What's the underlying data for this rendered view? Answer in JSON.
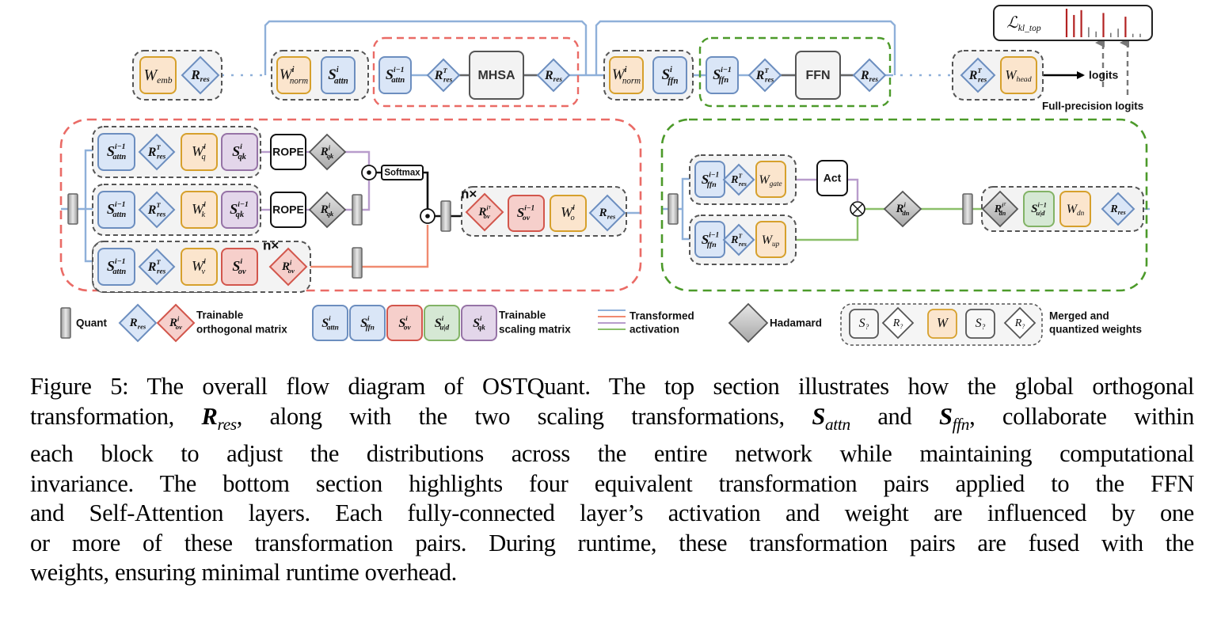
{
  "figure": {
    "top": {
      "embedding_group": {
        "w": "W",
        "w_sub": "emb",
        "r": "R",
        "r_sub": "res"
      },
      "attn_norm_group": {
        "w": "W",
        "w_sup": "i",
        "w_sub": "norm",
        "s": "S",
        "s_sup": "i",
        "s_sub": "attn"
      },
      "attn_block": {
        "s": "S",
        "s_sup": "i−1",
        "s_sub": "attn",
        "rt": "R",
        "rt_sup": "T",
        "rt_sub": "res",
        "core": "MHSA",
        "r": "R",
        "r_sub": "res"
      },
      "ffn_norm_group": {
        "w": "W",
        "w_sup": "i",
        "w_sub": "norm",
        "s": "S",
        "s_sup": "i",
        "s_sub": "ffn"
      },
      "ffn_block": {
        "s": "S",
        "s_sup": "i−1",
        "s_sub": "ffn",
        "rt": "R",
        "rt_sup": "T",
        "rt_sub": "res",
        "core": "FFN",
        "r": "R",
        "r_sub": "res"
      },
      "head_group": {
        "rt": "R",
        "rt_sup": "T",
        "rt_sub": "res",
        "w": "W",
        "w_sub": "head"
      },
      "logits_label": "logits",
      "full_precision_label": "Full-precision logits",
      "loss": {
        "symbol": "ℒ",
        "sub": "kl_top"
      },
      "loss_bars": [
        {
          "height": 1.0,
          "color": "#b22222"
        },
        {
          "height": 0.78,
          "color": "#b22222"
        },
        {
          "height": 0.95,
          "color": "#b22222"
        },
        {
          "height": 0.35,
          "color": "#777777"
        },
        {
          "height": 0.2,
          "color": "#777777"
        },
        {
          "height": 0.85,
          "color": "#b22222"
        },
        {
          "height": 0.15,
          "color": "#777777"
        },
        {
          "height": 0.3,
          "color": "#777777"
        },
        {
          "height": 0.72,
          "color": "#b22222"
        },
        {
          "height": 0.12,
          "color": "#777777"
        },
        {
          "height": 0.12,
          "color": "#777777"
        }
      ]
    },
    "attention": {
      "q_row": {
        "s": "S",
        "s_sup": "i−1",
        "s_sub": "attn",
        "rt": "R",
        "rt_sup": "T",
        "rt_sub": "res",
        "w": "W",
        "w_sup": "i",
        "w_sub": "q",
        "sqk": "S",
        "sqk_sup": "i",
        "sqk_sub": "qk",
        "rope": "ROPE",
        "h": "R",
        "h_sup": "i",
        "h_sub": "qk"
      },
      "k_row": {
        "s": "S",
        "s_sup": "i−1",
        "s_sub": "attn",
        "rt": "R",
        "rt_sup": "T",
        "rt_sub": "res",
        "w": "W",
        "w_sup": "i",
        "w_sub": "k",
        "sqk": "S",
        "sqk_sup": "i−1",
        "sqk_sub": "qk",
        "rope": "ROPE",
        "h": "R",
        "h_sup": "i",
        "h_sub": "qk"
      },
      "v_row": {
        "s": "S",
        "s_sup": "i−1",
        "s_sub": "attn",
        "rt": "R",
        "rt_sup": "T",
        "rt_sub": "res",
        "w": "W",
        "w_sup": "i",
        "w_sub": "v",
        "sov": "S",
        "sov_sup": "i",
        "sov_sub": "ov",
        "nx": "n×",
        "rov": "R",
        "rov_sup": "i",
        "rov_sub": "ov"
      },
      "softmax": "Softmax",
      "o_row": {
        "nx": "n×",
        "rov": "R",
        "rov_sup": "iᵀ",
        "rov_sub": "ov",
        "sov": "S",
        "sov_sup": "i−1",
        "sov_sub": "ov",
        "w": "W",
        "w_sup": "i",
        "w_sub": "o",
        "r": "R",
        "r_sub": "res"
      }
    },
    "ffn": {
      "gate_row": {
        "s": "S",
        "s_sup": "i−1",
        "s_sub": "ffn",
        "rt": "R",
        "rt_sup": "T",
        "rt_sub": "res",
        "w": "W",
        "w_sub": "gate"
      },
      "up_row": {
        "s": "S",
        "s_sup": "i−1",
        "s_sub": "ffn",
        "rt": "R",
        "rt_sup": "T",
        "rt_sub": "res",
        "w": "W",
        "w_sub": "up"
      },
      "act": "Act",
      "h": {
        "r": "R",
        "r_sup": "i",
        "r_sub": "dn"
      },
      "down_row": {
        "h": "R",
        "h_sup": "iᵀ",
        "h_sub": "dn",
        "s": "S",
        "s_sup": "i−1",
        "s_sub": "u|d",
        "w": "W",
        "w_sub": "dn",
        "r": "R",
        "r_sub": "res"
      }
    },
    "legend": {
      "quant": "Quant",
      "orth_r1": {
        "r": "R",
        "r_sub": "res"
      },
      "orth_r2": {
        "r": "R",
        "r_sup": "i",
        "r_sub": "ov"
      },
      "orth_label_1": "Trainable",
      "orth_label_2": "orthogonal matrix",
      "scales": [
        {
          "s": "S",
          "sup": "i",
          "sub": "attn",
          "kind": "blue"
        },
        {
          "s": "S",
          "sup": "i",
          "sub": "ffn",
          "kind": "blue"
        },
        {
          "s": "S",
          "sup": "i",
          "sub": "ov",
          "kind": "red"
        },
        {
          "s": "S",
          "sup": "i",
          "sub": "u|d",
          "kind": "green"
        },
        {
          "s": "S",
          "sup": "i",
          "sub": "qk",
          "kind": "purple"
        }
      ],
      "scale_label_1": "Trainable",
      "scale_label_2": "scaling matrix",
      "activation_label_1": "Transformed",
      "activation_label_2": "activation",
      "activation_colors": [
        "#8fb0d9",
        "#f08a70",
        "#b89ccc",
        "#8bbf6a"
      ],
      "hadamard": "Hadamard",
      "merged": {
        "s1": "S",
        "r1": "R",
        "w": "W",
        "s2": "S",
        "r2": "R",
        "q": "?"
      },
      "merged_label_1": "Merged and",
      "merged_label_2": "quantized weights"
    },
    "colors": {
      "blue_fill": "#dae6f7",
      "blue_stroke": "#6c8ebf",
      "orange_fill": "#fbe5cd",
      "orange_stroke": "#d6a02c",
      "purple_fill": "#e3d6ea",
      "purple_stroke": "#9673a6",
      "red_fill": "#f6cfcb",
      "red_stroke": "#d2564c",
      "green_fill": "#d5e8d4",
      "green_stroke": "#82b366",
      "attn_border": "#ea6b66",
      "ffn_border": "#4c9a2a",
      "grey_group": "#f3f3f3"
    }
  },
  "caption": {
    "lines": [
      "Figure 5: The overall flow diagram of OSTQuant. The top section illustrates how the global orthogonal",
      [
        "transformation, ",
        {
          "m": "R",
          "sub": "res"
        },
        ", along with the two scaling transformations, ",
        {
          "m": "S",
          "sub": "attn"
        },
        " and ",
        {
          "m": "S",
          "sub": "ffn"
        },
        ", collaborate within"
      ],
      "each block to adjust the distributions across the entire network while maintaining computational",
      "invariance. The bottom section highlights four equivalent transformation pairs applied to the FFN",
      "and Self-Attention layers. Each fully-connected layer’s activation and weight are influenced by one",
      "or more of these transformation pairs. During runtime, these transformation pairs are fused with the",
      "weights, ensuring minimal runtime overhead."
    ]
  }
}
